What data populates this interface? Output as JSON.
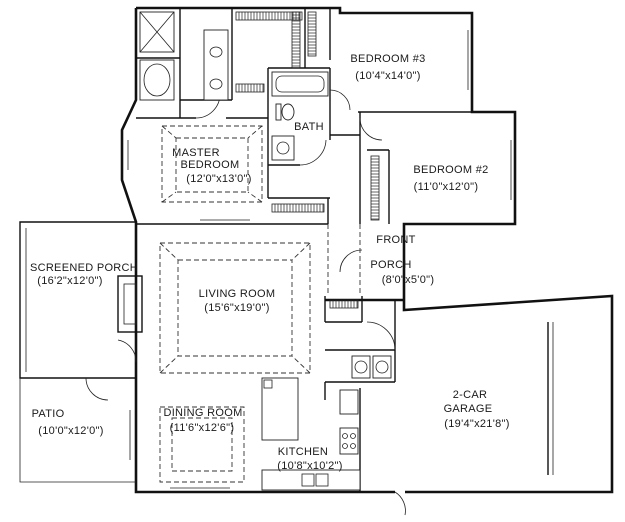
{
  "rooms": {
    "bedroom3": {
      "name": "BEDROOM #3",
      "dims": "(10'4\"x14'0\")"
    },
    "bath": {
      "name": "BATH"
    },
    "master": {
      "name_line1": "MASTER",
      "name_line2": "BEDROOM",
      "dims": "(12'0\"x13'0\")"
    },
    "bedroom2": {
      "name": "BEDROOM #2",
      "dims": "(11'0\"x12'0\")"
    },
    "screened_porch": {
      "name": "SCREENED PORCH",
      "dims": "(16'2\"x12'0\")"
    },
    "front_porch": {
      "name_line1": "FRONT",
      "name_line2": "PORCH",
      "dims": "(8'0\"x5'0\")"
    },
    "living": {
      "name": "LIVING ROOM",
      "dims": "(15'6\"x19'0\")"
    },
    "patio": {
      "name": "PATIO",
      "dims": "(10'0\"x12'0\")"
    },
    "dining": {
      "name": "DINING ROOM",
      "dims": "(11'6\"x12'6\")"
    },
    "garage": {
      "name_line1": "2-CAR",
      "name_line2": "GARAGE",
      "dims": "(19'4\"x21'8\")"
    },
    "kitchen": {
      "name": "KITCHEN",
      "dims": "(10'8\"x10'2\")"
    }
  }
}
